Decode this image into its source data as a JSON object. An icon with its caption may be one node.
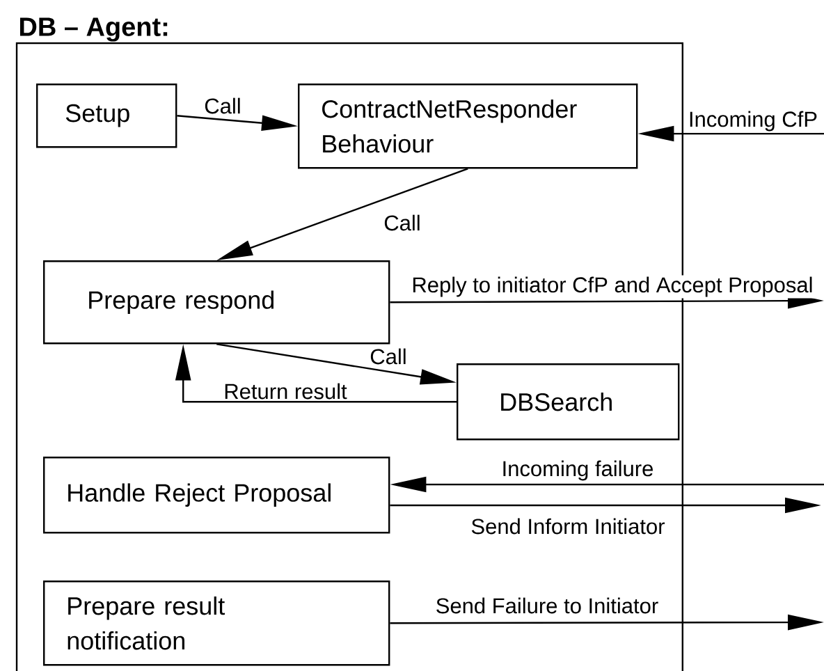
{
  "diagram": {
    "nodes": [
      {
        "text": [
          "DB – Agent:"
        ]
      },
      {
        "text": [
          "Setup"
        ],
        "in": 0
      },
      {
        "text": [
          "ContractNetResponder Behaviour"
        ],
        "in": 0
      },
      {
        "text": [
          "Prepare respond"
        ],
        "in": 0
      },
      {
        "text": [
          "DBSearch"
        ],
        "in": 0
      },
      {
        "text": [
          "Handle Reject Proposal"
        ],
        "in": 0
      },
      {
        "text": [
          "Prepare result notification"
        ],
        "in": 0
      }
    ],
    "edges": [
      {
        "from": 1,
        "to": 2,
        "arrow": "to",
        "label": "Call"
      },
      {
        "from": null,
        "to": 2,
        "arrow": "to",
        "label": "Incoming CfP"
      },
      {
        "from": 2,
        "to": 3,
        "arrow": "to",
        "label": "Call"
      },
      {
        "from": 3,
        "to": null,
        "arrow": "to",
        "label": "Reply to initiator CfP and Accept Proposal"
      },
      {
        "from": 3,
        "to": 4,
        "arrow": "to",
        "label": "Call"
      },
      {
        "from": 4,
        "to": 3,
        "arrow": "to",
        "label": "Return result"
      },
      {
        "from": null,
        "to": 5,
        "arrow": "to",
        "label": "Incoming failure"
      },
      {
        "from": 5,
        "to": null,
        "arrow": "to",
        "label": "Send Inform Initiator"
      },
      {
        "from": 6,
        "to": null,
        "arrow": "to",
        "label": "Send Failure to Initiator"
      }
    ]
  }
}
